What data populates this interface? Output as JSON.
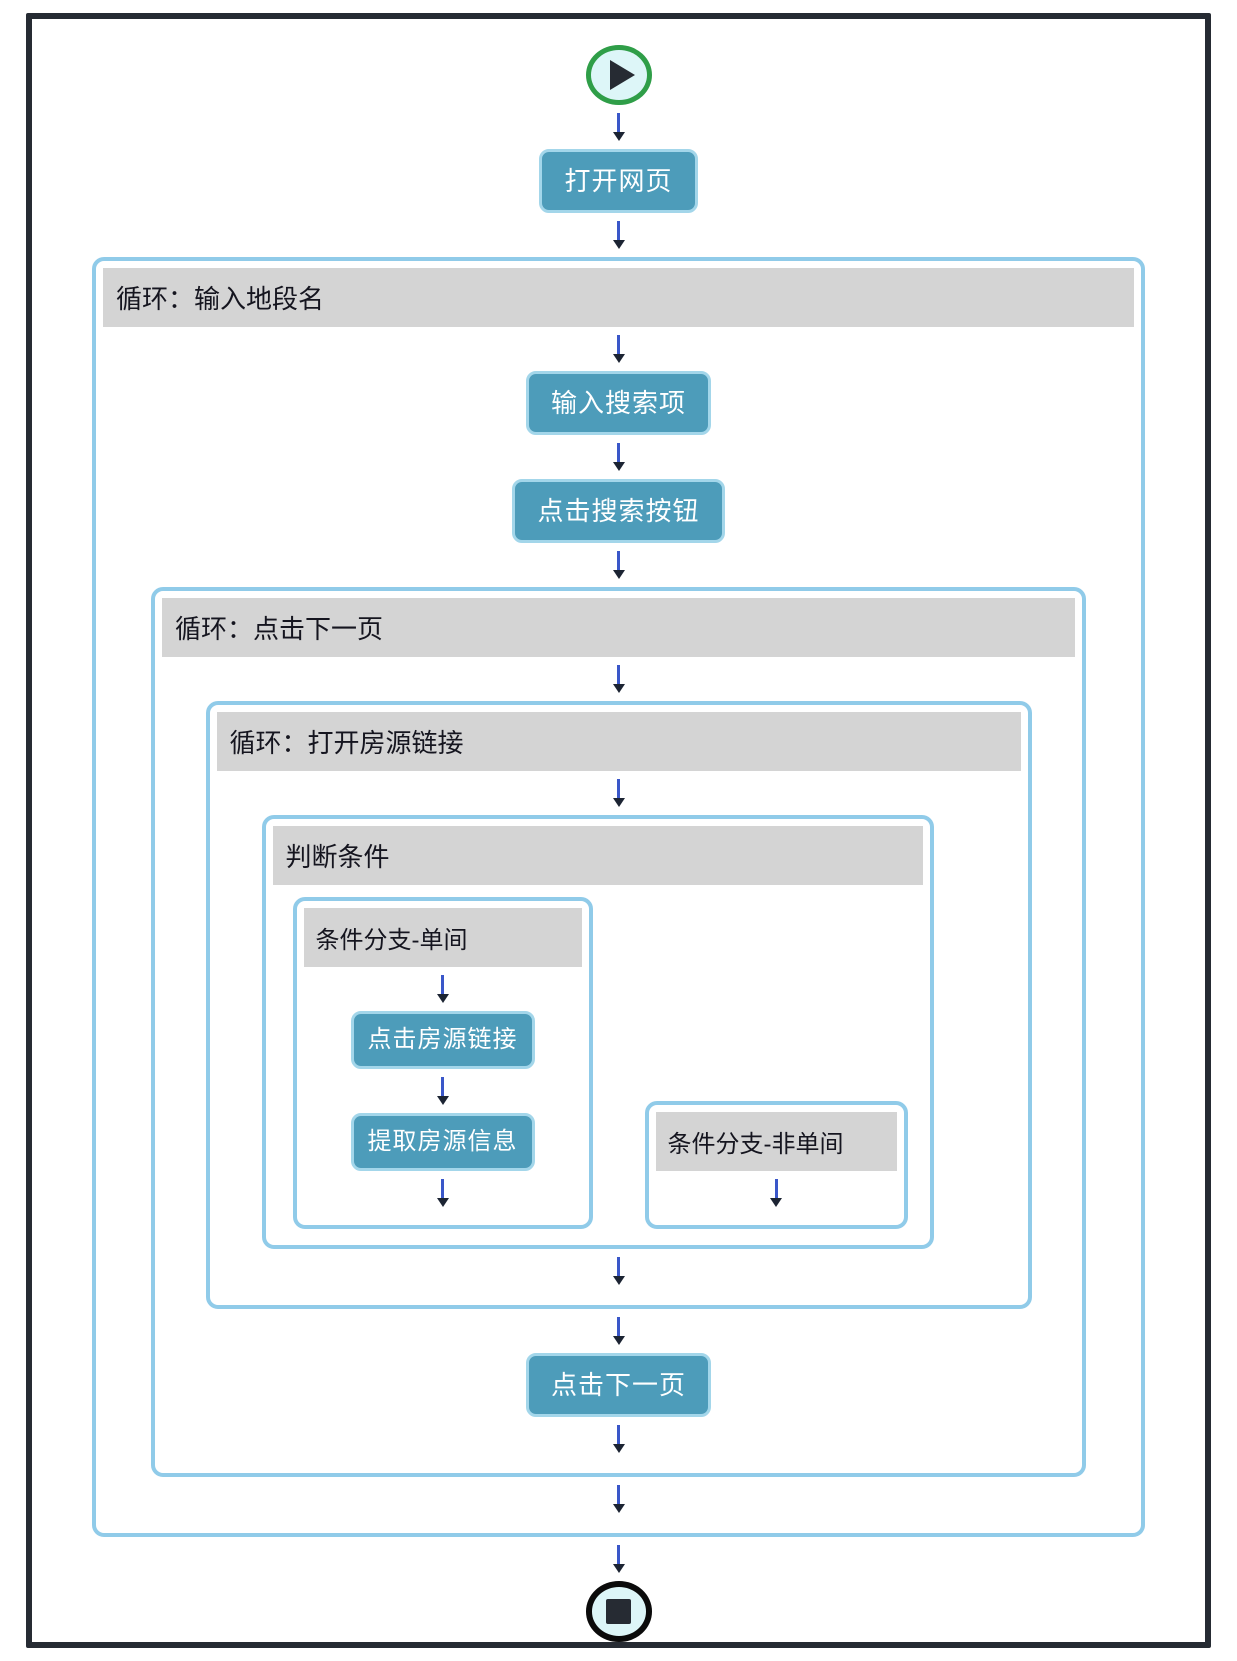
{
  "flow": {
    "start_icon": "play-icon",
    "end_icon": "stop-icon",
    "arrow_icon": "down-arrow-icon"
  },
  "nodes": {
    "open_webpage": "打开网页",
    "enter_search": "输入搜索项",
    "click_search": "点击搜索按钮",
    "click_listing": "点击房源链接",
    "extract_listing": "提取房源信息",
    "click_next": "点击下一页"
  },
  "containers": {
    "loop_district": "循环：输入地段名",
    "loop_next_page": "循环：点击下一页",
    "loop_open_listing": "循环：打开房源链接",
    "condition": "判断条件",
    "branch_single": "条件分支-单间",
    "branch_not_single": "条件分支-非单间"
  },
  "colors": {
    "frame_border": "#262b33",
    "node_bg": "#4d9cba",
    "node_border": "#a3d6ea",
    "node_text": "#ffffff",
    "container_border": "#90cbe9",
    "header_bg": "#d4d4d4",
    "header_text": "#15151f",
    "start_ring": "#2f9e48",
    "stop_ring": "#0b0b0b",
    "terminal_fill": "#ddf6f8",
    "arrow_shaft": "#3a57c9",
    "arrow_head": "#1c2433"
  }
}
